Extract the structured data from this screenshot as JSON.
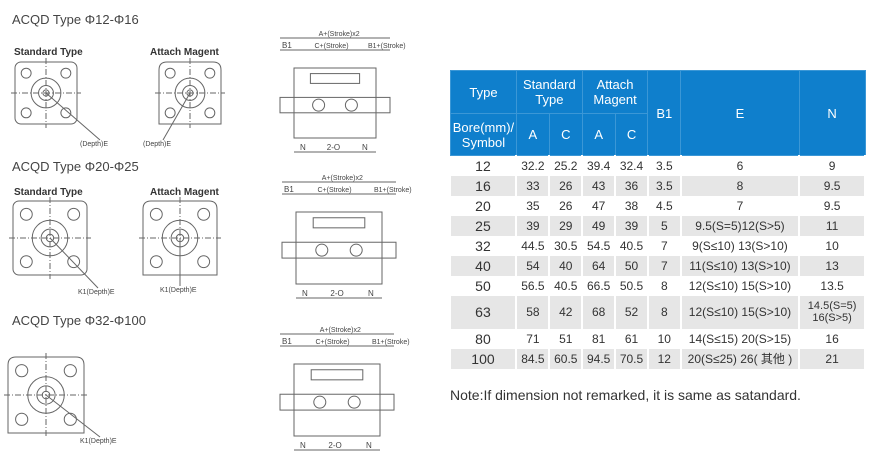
{
  "sections": [
    {
      "title": "ACQD Type Φ12-Φ16",
      "standard_label": "Standard Type",
      "attach_label": "Attach Magent",
      "depth_std": "(Depth)E",
      "depth_att": "(Depth)E"
    },
    {
      "title": "ACQD Type Φ20-Φ25",
      "standard_label": "Standard Type",
      "attach_label": "Attach Magent",
      "depth_std": "K1(Depth)E",
      "depth_att": "K1(Depth)E"
    },
    {
      "title": "ACQD Type Φ32-Φ100",
      "depth_std": "K1(Depth)E"
    }
  ],
  "side_view": {
    "a": "A+(Stroke)x2",
    "b1": "B1",
    "c": "C+(Stroke)",
    "b1s": "B1+(Stroke)",
    "n": "N",
    "o": "2-O"
  },
  "table": {
    "h_type": "Type",
    "h_std": "Standard Type",
    "h_att": "Attach Magent",
    "h_b1": "B1",
    "h_e": "E",
    "h_n": "N",
    "h_bore": "Bore(mm)/ Symbol",
    "h_a": "A",
    "h_c": "C",
    "rows": [
      [
        "12",
        "32.2",
        "25.2",
        "39.4",
        "32.4",
        "3.5",
        "6",
        "9"
      ],
      [
        "16",
        "33",
        "26",
        "43",
        "36",
        "3.5",
        "8",
        "9.5"
      ],
      [
        "20",
        "35",
        "26",
        "47",
        "38",
        "4.5",
        "7",
        "9.5"
      ],
      [
        "25",
        "39",
        "29",
        "49",
        "39",
        "5",
        "9.5(S=5)12(S>5)",
        "11"
      ],
      [
        "32",
        "44.5",
        "30.5",
        "54.5",
        "40.5",
        "7",
        "9(S≤10) 13(S>10)",
        "10"
      ],
      [
        "40",
        "54",
        "40",
        "64",
        "50",
        "7",
        "11(S≤10) 13(S>10)",
        "13"
      ],
      [
        "50",
        "56.5",
        "40.5",
        "66.5",
        "50.5",
        "8",
        "12(S≤10) 15(S>10)",
        "13.5"
      ],
      [
        "63",
        "58",
        "42",
        "68",
        "52",
        "8",
        "12(S≤10) 15(S>10)",
        "14.5(S=5) 16(S>5)"
      ],
      [
        "80",
        "71",
        "51",
        "81",
        "61",
        "10",
        "14(S≤15) 20(S>15)",
        "16"
      ],
      [
        "100",
        "84.5",
        "60.5",
        "94.5",
        "70.5",
        "12",
        "20(S≤25) 26( 其他 )",
        "21"
      ]
    ]
  },
  "note": "Note:If dimension not remarked, it is same as satandard."
}
